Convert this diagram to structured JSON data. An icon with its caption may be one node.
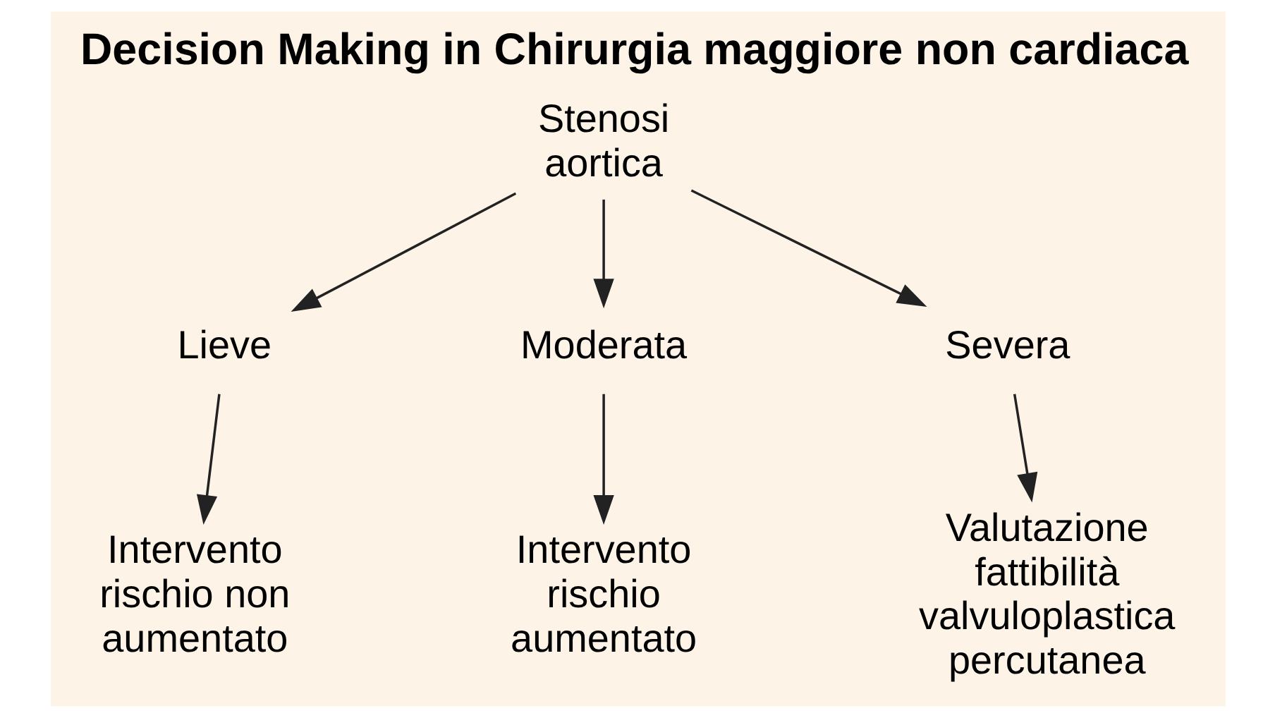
{
  "diagram": {
    "title": "Decision Making in Chirurgia maggiore non cardiaca",
    "nodes": [
      {
        "text": [
          "Stenosi aortica"
        ]
      },
      {
        "text": [
          "Lieve"
        ]
      },
      {
        "text": [
          "Moderata"
        ]
      },
      {
        "text": [
          "Severa"
        ]
      },
      {
        "text": [
          "Intervento rischio non aumentato"
        ]
      },
      {
        "text": [
          "Intervento rischio aumentato"
        ]
      },
      {
        "text": [
          "Valutazione fattibilità valvuloplastica percutanea"
        ]
      }
    ],
    "edges": [
      {
        "from": 0,
        "to": 1,
        "arrow": "to"
      },
      {
        "from": 0,
        "to": 2,
        "arrow": "to"
      },
      {
        "from": 0,
        "to": 3,
        "arrow": "to"
      },
      {
        "from": 1,
        "to": 4,
        "arrow": "to"
      },
      {
        "from": 2,
        "to": 5,
        "arrow": "to"
      },
      {
        "from": 3,
        "to": 6,
        "arrow": "to"
      }
    ]
  }
}
